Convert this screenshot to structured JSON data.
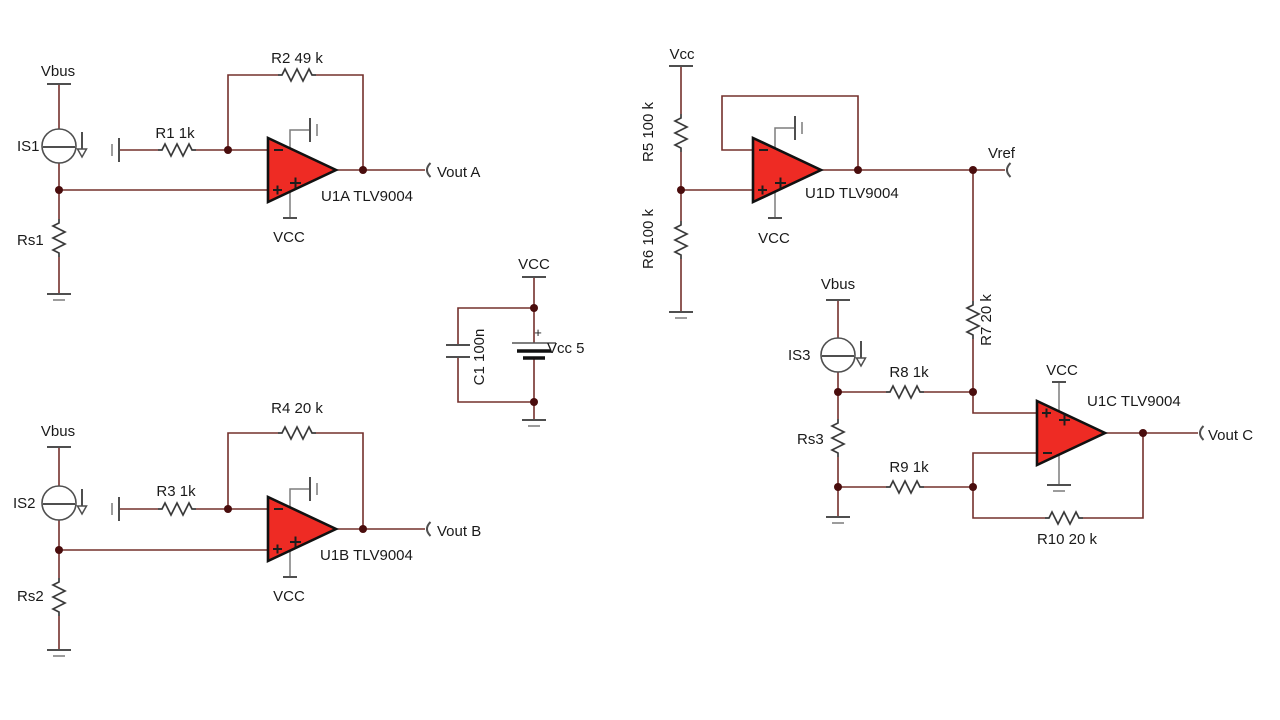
{
  "colors": {
    "wire": "#74302C",
    "junction": "#4A0D0D",
    "opamp_fill": "#EE2B24",
    "opamp_stroke": "#111111",
    "symbol": "#4F4F4F",
    "text": "#1A1A1A"
  },
  "blocks": {
    "circuit_a": {
      "rail": "Vbus",
      "source": "IS1",
      "shunt": "Rs1",
      "r_in": "R1 1k",
      "r_fb": "R2 49 k",
      "opamp": "U1A TLV9004",
      "supply": "VCC",
      "output": "Vout A"
    },
    "circuit_b": {
      "rail": "Vbus",
      "source": "IS2",
      "shunt": "Rs2",
      "r_in": "R3 1k",
      "r_fb": "R4 20 k",
      "opamp": "U1B TLV9004",
      "supply": "VCC",
      "output": "Vout B"
    },
    "supply": {
      "rail": "VCC",
      "cap": "C1 100n",
      "battery_plus": "+",
      "battery": "Vcc 5"
    },
    "vref_buffer": {
      "rail": "Vcc",
      "r_top": "R5 100 k",
      "r_bottom": "R6 100 k",
      "opamp": "U1D TLV9004",
      "supply": "VCC",
      "output": "Vref"
    },
    "circuit_c": {
      "rail": "Vbus",
      "source": "IS3",
      "shunt": "Rs3",
      "r_ref": "R7 20 k",
      "r_in_top": "R8 1k",
      "r_in_bottom": "R9 1k",
      "r_fb": "R10 20 k",
      "opamp": "U1C TLV9004",
      "supply": "VCC",
      "output": "Vout C"
    }
  }
}
